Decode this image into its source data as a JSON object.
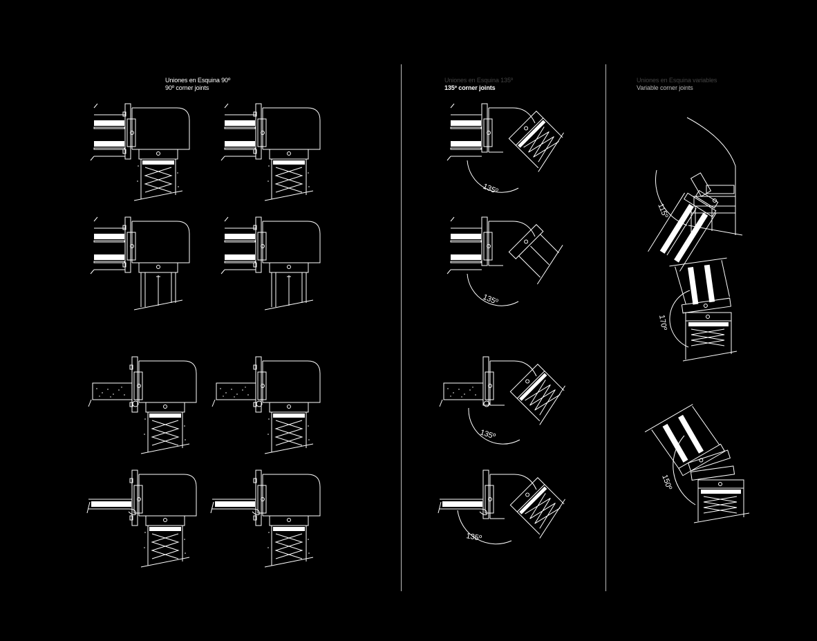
{
  "sections": [
    {
      "id": "corner-90",
      "title_es": "Uniones en Esquina 90º",
      "title_en": "90º corner joints"
    },
    {
      "id": "corner-135",
      "title_es": "Uniones en Esquina 135º",
      "title_en": "135º corner joints"
    },
    {
      "id": "corner-variable",
      "title_es": "Uniones en Esquina variables",
      "title_en": "Variable corner joints"
    }
  ],
  "angle_labels": [
    "135º",
    "135º",
    "135º",
    "135º",
    "115º",
    "170º",
    "150º"
  ],
  "colors": {
    "background": "#000000",
    "linework": "#ffffff",
    "divider": "#bdbdbd"
  }
}
